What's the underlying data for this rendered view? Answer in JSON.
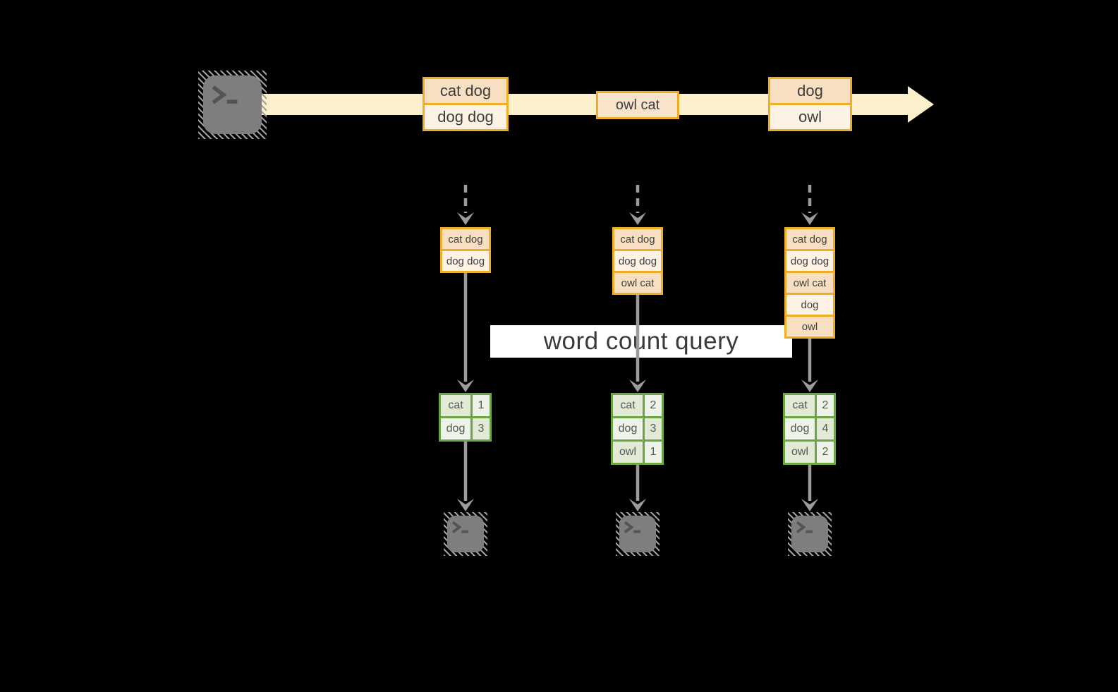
{
  "diagram": {
    "query_label": "word count query"
  },
  "stream": {
    "source_icon": "terminal",
    "batches": [
      {
        "lines": [
          "cat dog",
          "dog dog"
        ]
      },
      {
        "lines": [
          "owl cat"
        ]
      },
      {
        "lines": [
          "dog",
          "owl"
        ]
      }
    ]
  },
  "micro_batches": [
    {
      "lines": [
        "cat dog",
        "dog dog"
      ]
    },
    {
      "lines": [
        "cat dog",
        "dog dog",
        "owl cat"
      ]
    },
    {
      "lines": [
        "cat dog",
        "dog dog",
        "owl cat",
        "dog",
        "owl"
      ]
    }
  ],
  "results": [
    {
      "rows": [
        {
          "word": "cat",
          "count": "1"
        },
        {
          "word": "dog",
          "count": "3"
        }
      ]
    },
    {
      "rows": [
        {
          "word": "cat",
          "count": "2"
        },
        {
          "word": "dog",
          "count": "3"
        },
        {
          "word": "owl",
          "count": "1"
        }
      ]
    },
    {
      "rows": [
        {
          "word": "cat",
          "count": "2"
        },
        {
          "word": "dog",
          "count": "4"
        },
        {
          "word": "owl",
          "count": "2"
        }
      ]
    }
  ],
  "sinks": [
    "terminal",
    "terminal",
    "terminal"
  ],
  "colors": {
    "accent_amber": "#F0AE24",
    "batch_fill_dark": "#F8DFC1",
    "batch_fill_light": "#FDF2E4",
    "batch_fill_mid": "#F9E3CB",
    "stream_band": "#FBF0CB",
    "table_border_green": "#6CA543",
    "table_cell_sage": "#E0EAD4",
    "table_cell_light": "#EEF3E9",
    "arrow_gray": "#9B9B9B",
    "terminal_gray": "#7E7E7E",
    "label_bg": "#FFFFFF"
  }
}
